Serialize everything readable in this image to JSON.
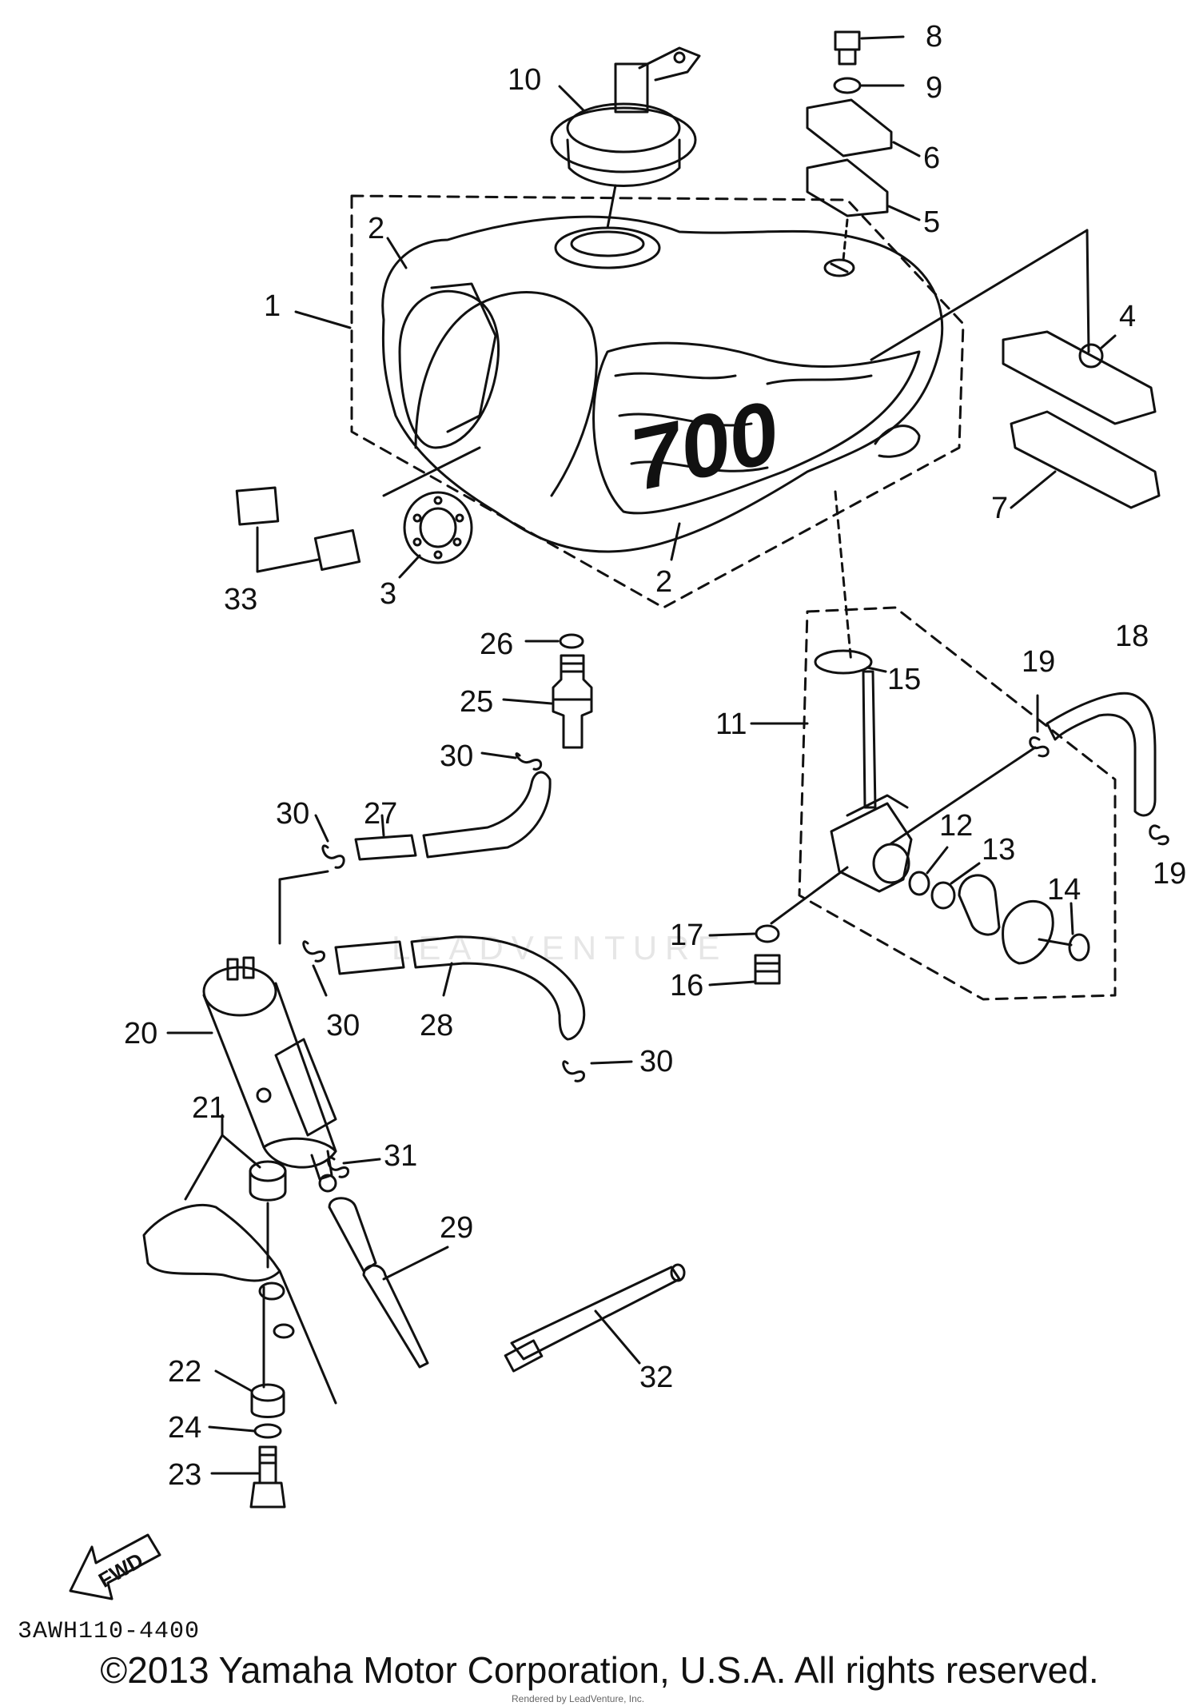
{
  "diagram_code": "3AWH110-4400",
  "copyright": "©2013 Yamaha Motor Corporation, U.S.A. All rights reserved.",
  "rendered_by": "Rendered by LeadVenture, Inc.",
  "watermark": "LEADVENTURE",
  "fwd_label": "FWD",
  "tank_logo": "700",
  "callouts": {
    "c1": "1",
    "c2a": "2",
    "c2b": "2",
    "c3": "3",
    "c4": "4",
    "c5": "5",
    "c6": "6",
    "c7": "7",
    "c8": "8",
    "c9": "9",
    "c10": "10",
    "c11": "11",
    "c12": "12",
    "c13": "13",
    "c14": "14",
    "c15": "15",
    "c16": "16",
    "c17": "17",
    "c18": "18",
    "c19a": "19",
    "c19b": "19",
    "c20": "20",
    "c21": "21",
    "c22": "22",
    "c23": "23",
    "c24": "24",
    "c25": "25",
    "c26": "26",
    "c27": "27",
    "c28": "28",
    "c29": "29",
    "c30a": "30",
    "c30b": "30",
    "c30c": "30",
    "c30d": "30",
    "c31": "31",
    "c32": "32",
    "c33": "33"
  }
}
